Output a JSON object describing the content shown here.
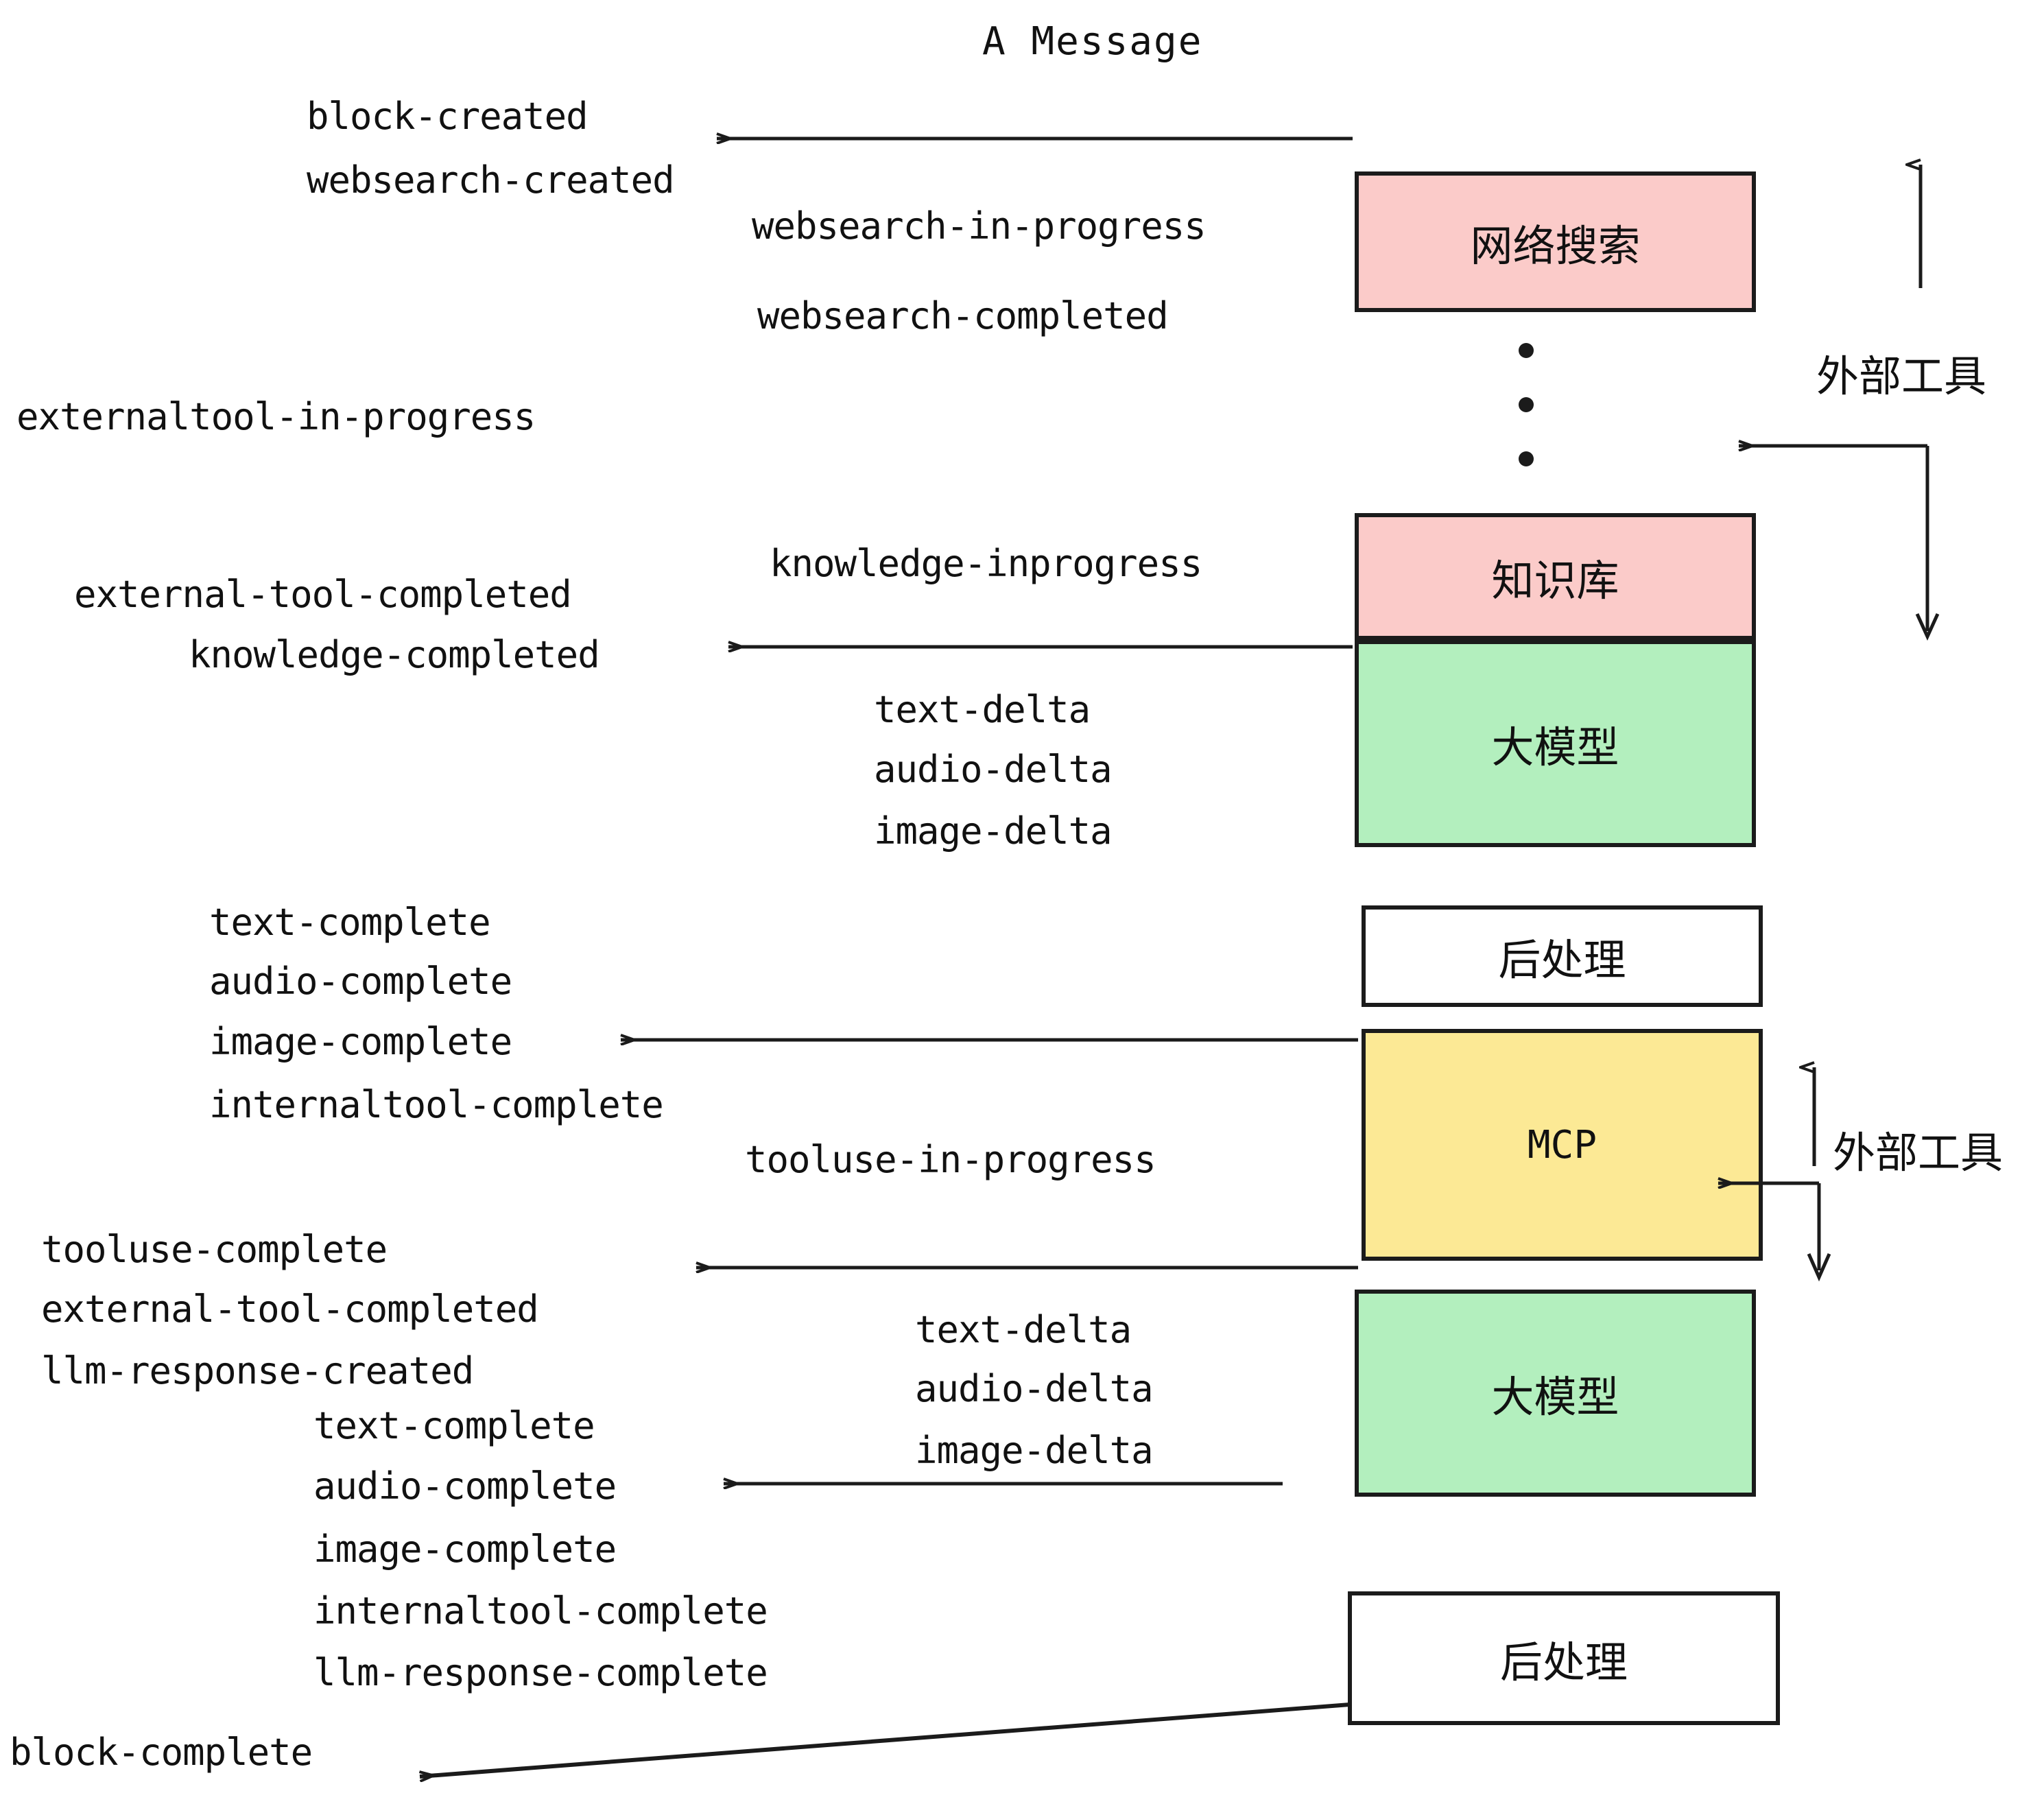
{
  "title": "A Message",
  "events": {
    "block_created": "block-created",
    "websearch_created": "websearch-created",
    "websearch_in_progress": "websearch-in-progress",
    "websearch_completed": "websearch-completed",
    "externaltool_in_progress": "externaltool-in-progress",
    "knowledge_inprogress": "knowledge-inprogress",
    "external_tool_completed_1": "external-tool-completed",
    "knowledge_completed": "knowledge-completed",
    "text_delta_1": "text-delta",
    "audio_delta_1": "audio-delta",
    "image_delta_1": "image-delta",
    "text_complete_1": "text-complete",
    "audio_complete_1": "audio-complete",
    "image_complete_1": "image-complete",
    "internaltool_complete_1": "internaltool-complete",
    "tooluse_in_progress": "tooluse-in-progress",
    "tooluse_complete": "tooluse-complete",
    "external_tool_completed_2": "external-tool-completed",
    "llm_response_created": "llm-response-created",
    "text_delta_2": "text-delta",
    "audio_delta_2": "audio-delta",
    "image_delta_2": "image-delta",
    "text_complete_2": "text-complete",
    "audio_complete_2": "audio-complete",
    "image_complete_2": "image-complete",
    "internaltool_complete_2": "internaltool-complete",
    "llm_response_complete": "llm-response-complete",
    "block_complete": "block-complete"
  },
  "nodes": [
    {
      "id": "websearch",
      "label": "网络搜索",
      "color": "#fbcbc9"
    },
    {
      "id": "knowledge",
      "label": "知识库",
      "color": "#fbcbc9"
    },
    {
      "id": "llm-1",
      "label": "大模型",
      "color": "#b3efbe"
    },
    {
      "id": "postprocess-1",
      "label": "后处理",
      "color": "#ffffff"
    },
    {
      "id": "mcp",
      "label": "MCP",
      "color": "#fce995"
    },
    {
      "id": "llm-2",
      "label": "大模型",
      "color": "#b3efbe"
    },
    {
      "id": "postprocess-2",
      "label": "后处理",
      "color": "#ffffff"
    }
  ],
  "annotations": {
    "external_tools_top": "外部工具",
    "external_tools_bottom": "外部工具"
  },
  "colors": {
    "pink": "#fbcbc9",
    "green": "#b3efbe",
    "yellow": "#fce995",
    "white": "#ffffff",
    "stroke": "#1b1b1b",
    "text": "#111111"
  }
}
